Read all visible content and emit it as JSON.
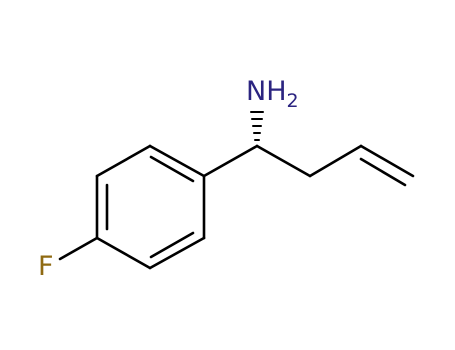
{
  "molecule": {
    "amine_label": {
      "element": "N",
      "hydrogen": "H",
      "count": "2",
      "color": "#2b2480"
    },
    "halogen_label": {
      "element": "F",
      "color": "#8f6a12"
    },
    "bond_color": "#000000",
    "background": "#ffffff"
  }
}
